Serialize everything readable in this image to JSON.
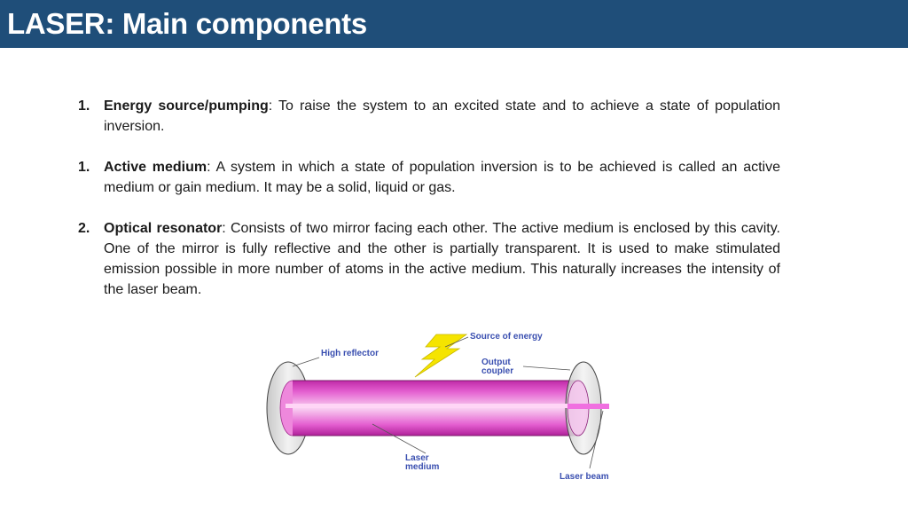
{
  "header": {
    "title": "LASER: Main components",
    "bg_color": "#1f4e79"
  },
  "components": [
    {
      "number": "1.",
      "term": "Energy source/pumping",
      "description": ": To raise the system to an excited state and to achieve a state of population inversion."
    },
    {
      "number": "1.",
      "term": "Active medium",
      "description": ": A system in which a state of population inversion is to be achieved is called an active medium or gain medium. It may be a solid, liquid or gas."
    },
    {
      "number": "2.",
      "term": "Optical resonator",
      "description": ": Consists of two mirror facing each other. The active medium is enclosed by this cavity. One of the mirror is fully reflective and the other is partially transparent. It is used to make stimulated emission possible in more number of atoms in the active medium. This naturally increases the intensity of the laser beam."
    }
  ],
  "diagram": {
    "labels": {
      "high_reflector": "High reflector",
      "source_of_energy": "Source of energy",
      "output_coupler_line1": "Output",
      "output_coupler_line2": "coupler",
      "laser_medium_line1": "Laser",
      "laser_medium_line2": "medium",
      "laser_beam": "Laser beam"
    },
    "colors": {
      "tube": "#e040c8",
      "beam": "#f070e0",
      "lightning": "#f5e400",
      "label": "#3a4fb0"
    }
  }
}
